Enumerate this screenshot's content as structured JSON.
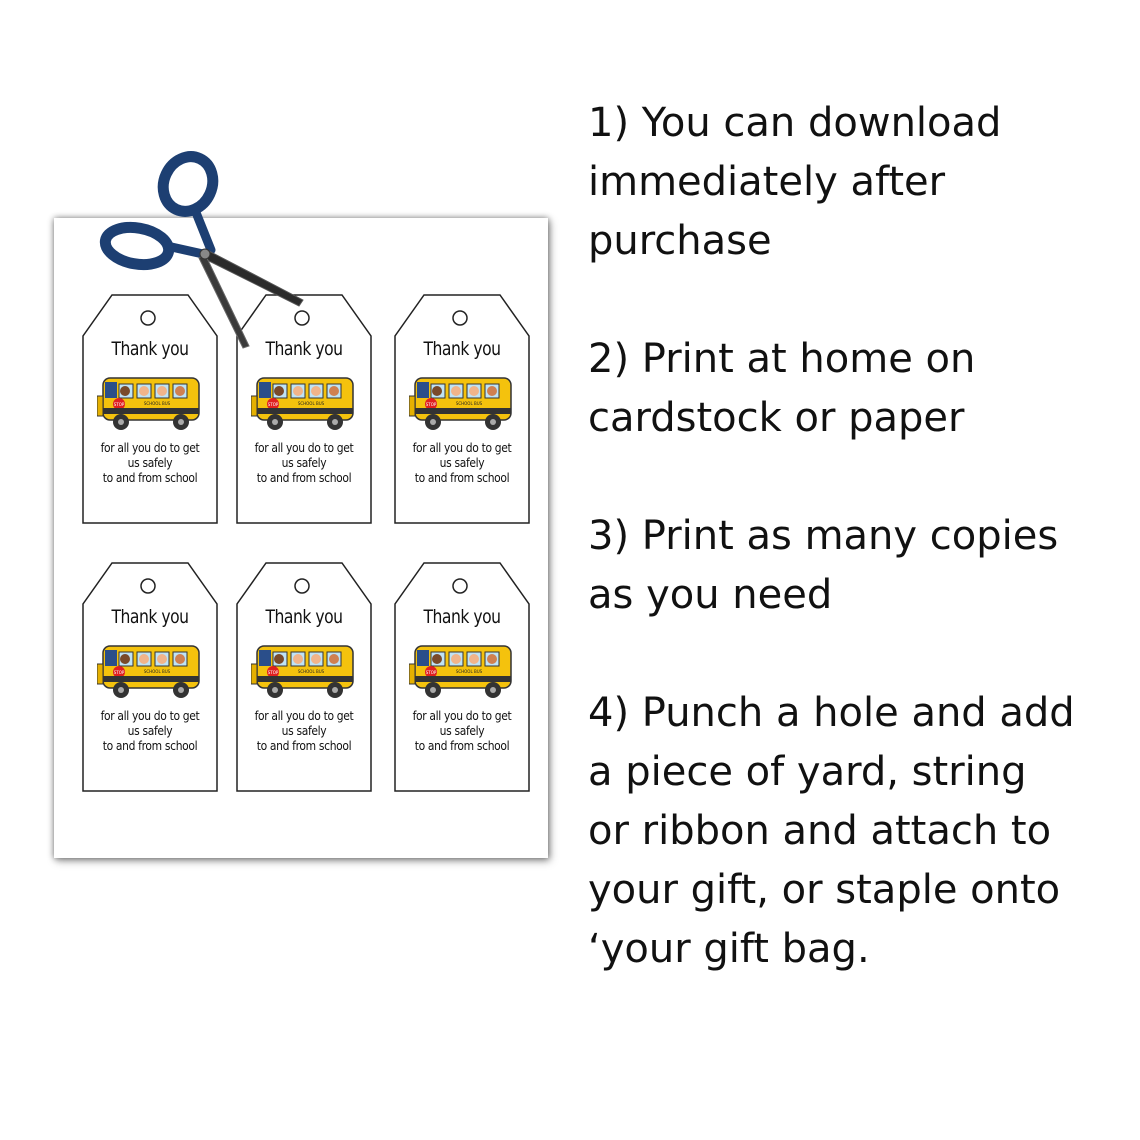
{
  "tag": {
    "title": "Thank you",
    "line1": "for all you do to get",
    "line2": "us safely",
    "line3": "to and from school",
    "bus_sign_stop": "STOP",
    "bus_sign_name": "SCHOOL BUS"
  },
  "tags_count_shown": 6,
  "instructions": [
    {
      "lines": [
        "1) You can download",
        "immediately after",
        "purchase"
      ]
    },
    {
      "lines": [
        "2) Print at home on",
        "cardstock or paper"
      ]
    },
    {
      "lines": [
        "3) Print as many copies",
        "as you need"
      ]
    },
    {
      "lines": [
        "4) Punch a hole and add",
        "a piece of yard, string",
        "or ribbon and attach to",
        "your gift, or staple onto",
        "‘your gift bag."
      ]
    }
  ],
  "colors": {
    "scissors_handle": "#1d3f72",
    "bus_yellow": "#f4c20d",
    "stop_red": "#e02020"
  },
  "icons": [
    "scissors-icon",
    "school-bus-icon"
  ]
}
